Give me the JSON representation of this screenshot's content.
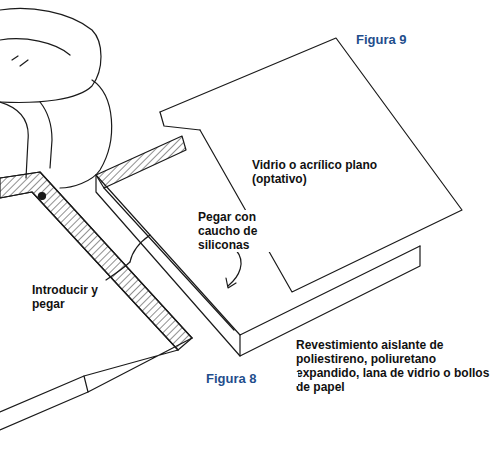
{
  "diagram": {
    "labels": [
      "Figura 9",
      "Vidrio o acrílico plano (optativo)",
      "Pegar con caucho de siliconas",
      "Introducir y pegar",
      "Revestimiento aislante de poliestireno, poliuretano expandido, lana de vidrio o bollos de papel",
      "Figura 8"
    ]
  }
}
